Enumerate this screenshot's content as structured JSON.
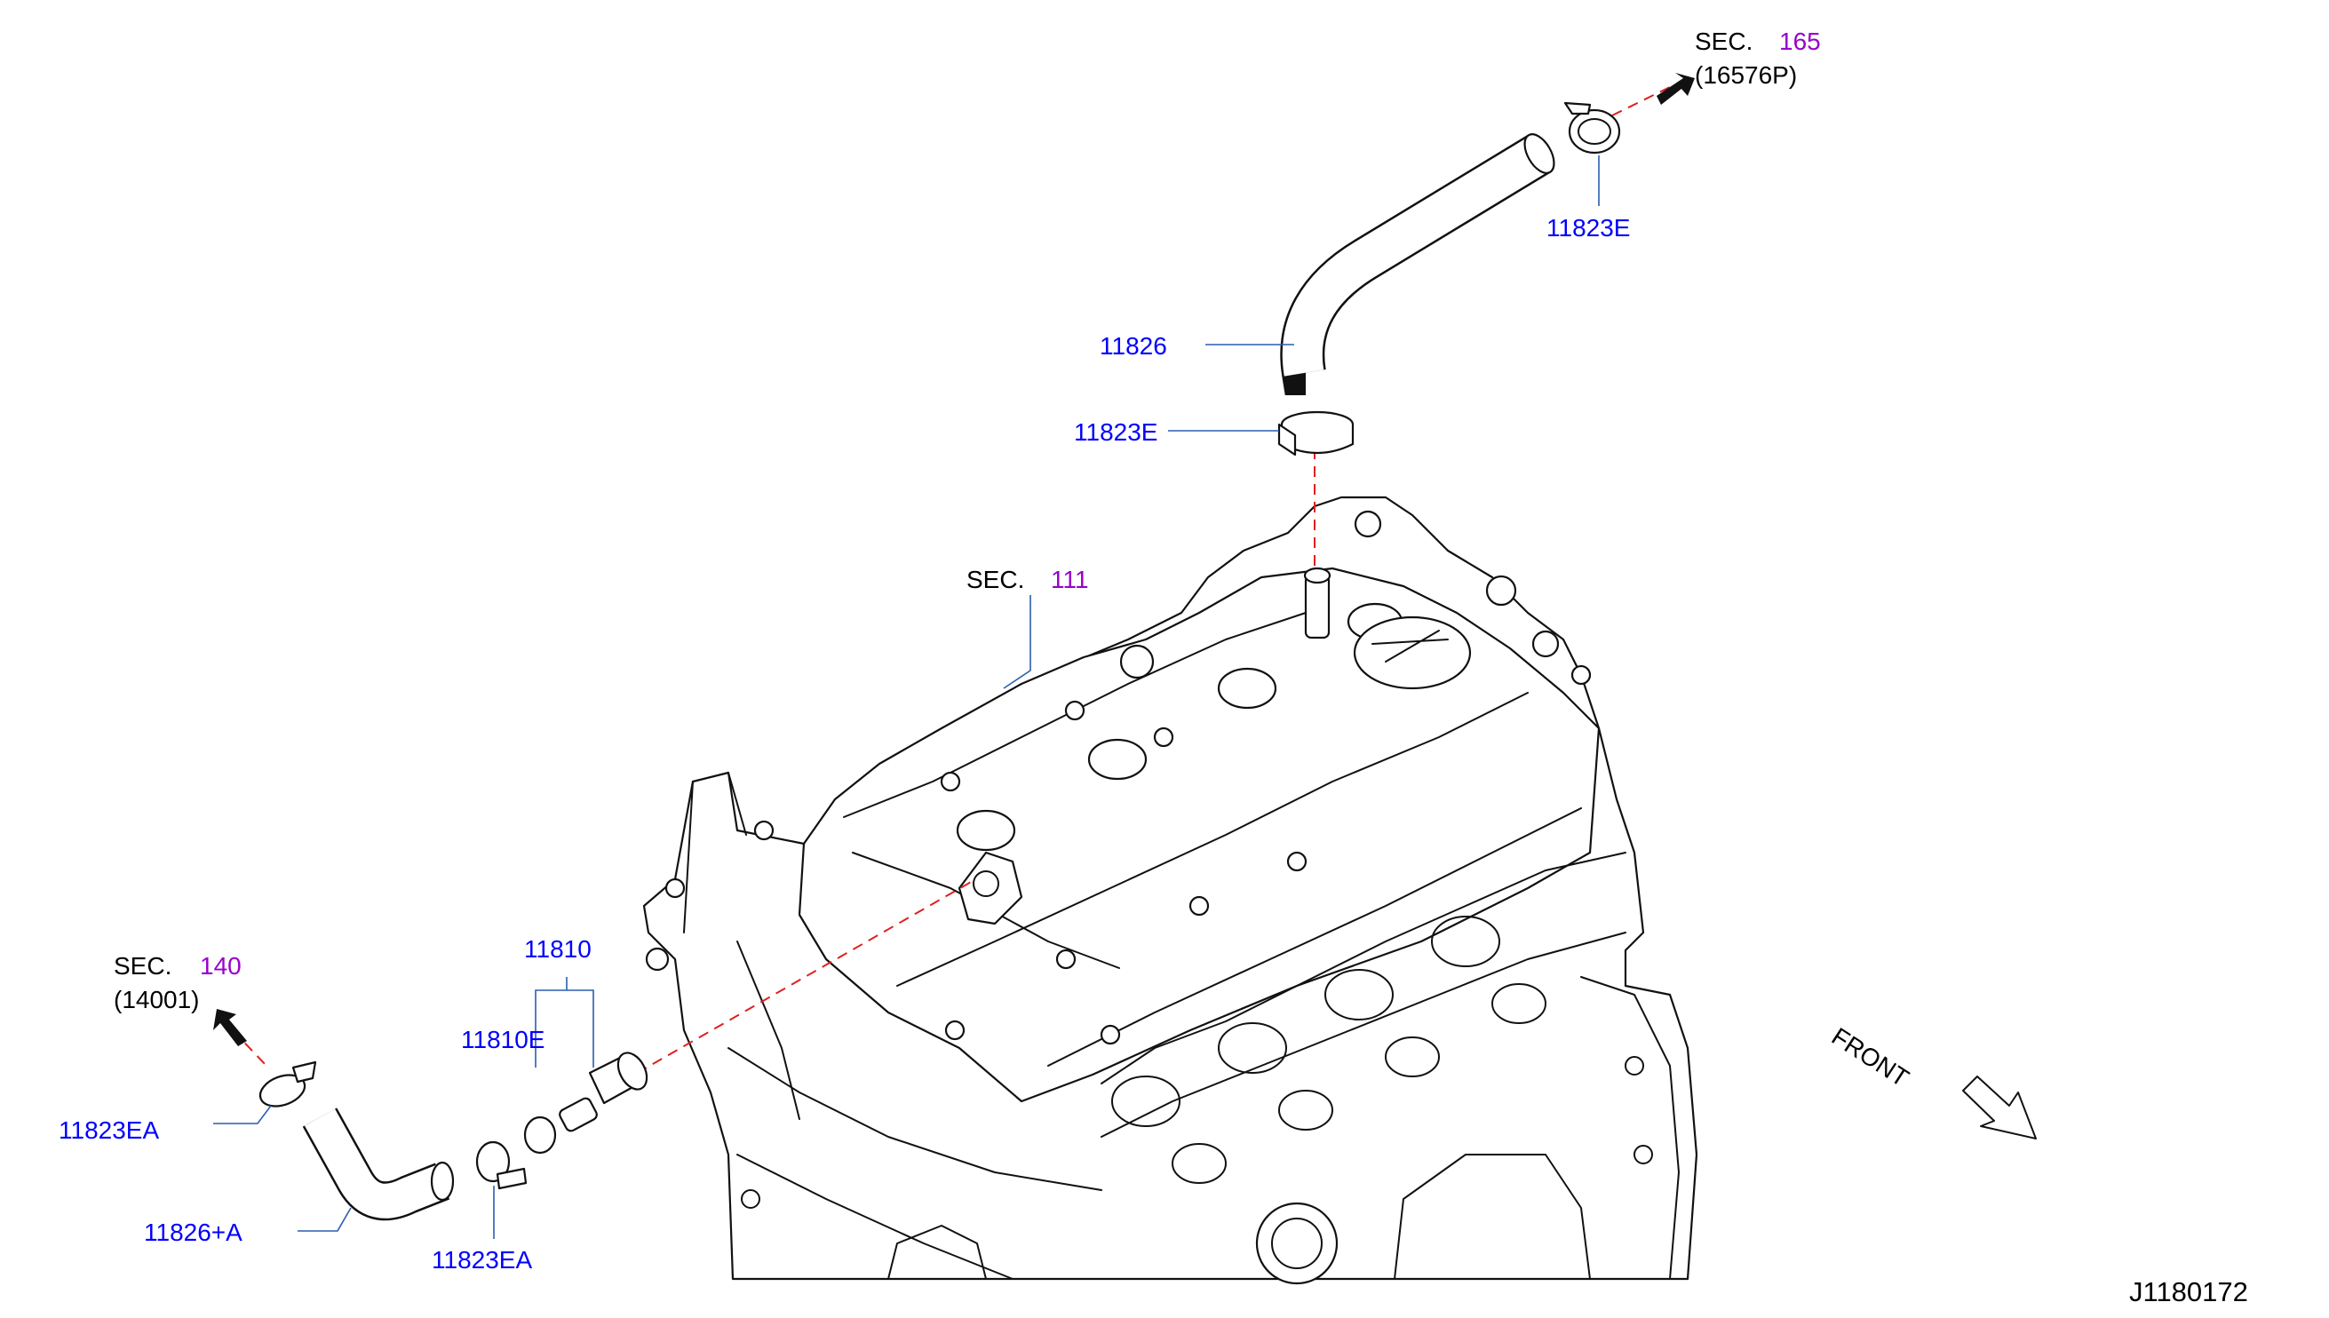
{
  "labels": {
    "sec165_word": "SEC.",
    "sec165_num": "165",
    "sec165_ref": "(16576P)",
    "clamp_top": "11823E",
    "hose_upper": "11826",
    "clamp_upper": "11823E",
    "sec111_word": "SEC.",
    "sec111_num": "111",
    "sec140_word": "SEC.",
    "sec140_num": "140",
    "sec140_ref": "(14001)",
    "pcv_valve": "11810",
    "oring": "11810E",
    "clamp_lower_left": "11823EA",
    "hose_lower": "11826+A",
    "clamp_lower_right": "11823EA",
    "front": "FRONT",
    "drawing_id": "J1180172"
  },
  "colors": {
    "part_number": "#0000ff",
    "section_number": "#9900cc",
    "leader": "#2a5db0",
    "flow_dash": "#e02020"
  }
}
